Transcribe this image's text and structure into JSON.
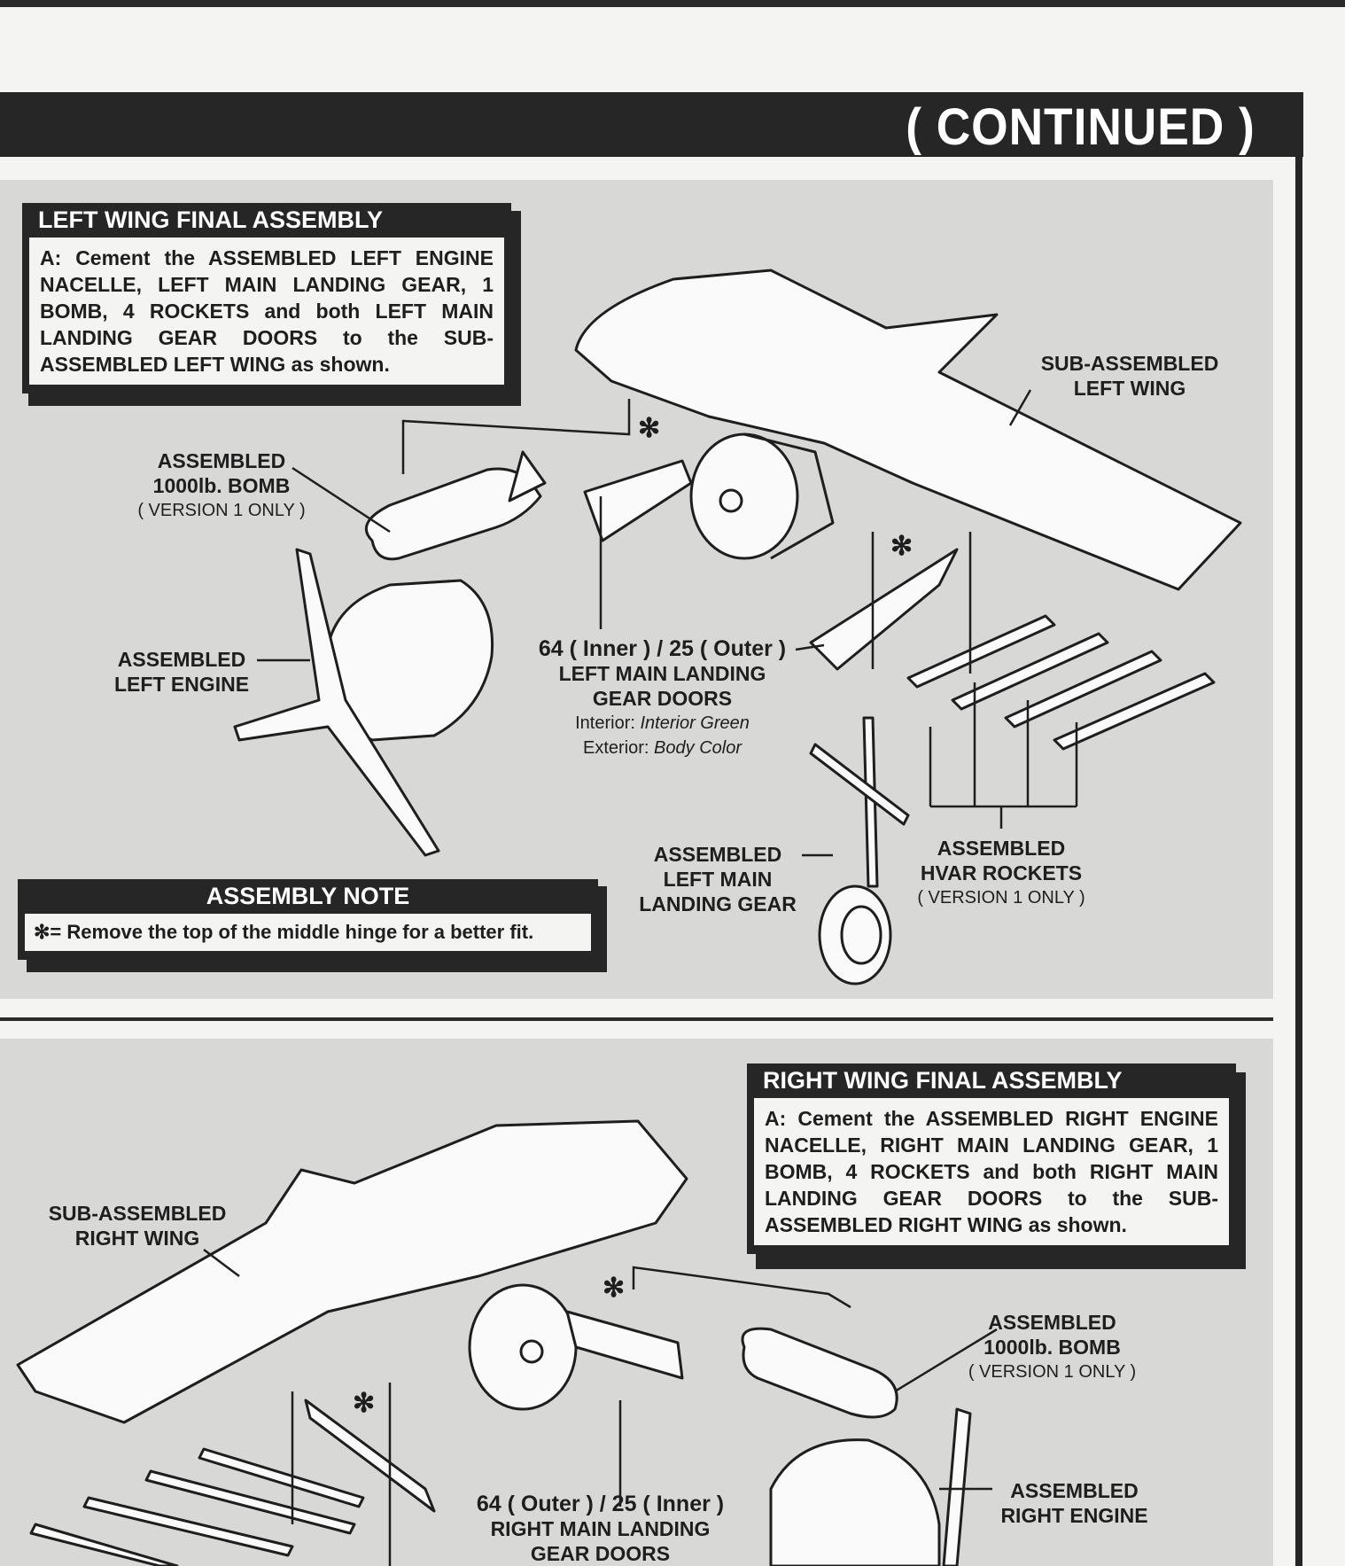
{
  "header": {
    "title": "( CONTINUED )"
  },
  "left_wing": {
    "title": "LEFT WING FINAL ASSEMBLY",
    "instruction": "A: Cement the ASSEMBLED LEFT ENGINE NACELLE, LEFT MAIN LANDING GEAR, 1 BOMB, 4 ROCKETS and both LEFT MAIN LANDING GEAR DOORS to the SUB-ASSEMBLED LEFT WING as shown.",
    "labels": {
      "bomb": [
        "ASSEMBLED",
        "1000lb. BOMB",
        "( VERSION 1 ONLY )"
      ],
      "engine": [
        "ASSEMBLED",
        "LEFT ENGINE"
      ],
      "wing": [
        "SUB-ASSEMBLED",
        "LEFT WING"
      ],
      "doors": [
        "64 ( Inner ) / 25 ( Outer )",
        "LEFT MAIN LANDING",
        "GEAR DOORS"
      ],
      "doors_interior_label": "Interior:",
      "doors_interior_value": "Interior Green",
      "doors_exterior_label": "Exterior:",
      "doors_exterior_value": "Body Color",
      "gear": [
        "ASSEMBLED",
        "LEFT MAIN",
        "LANDING GEAR"
      ],
      "rockets": [
        "ASSEMBLED",
        "HVAR ROCKETS",
        "( VERSION 1 ONLY )"
      ]
    },
    "asterisk": "✻"
  },
  "assembly_note": {
    "title": "ASSEMBLY NOTE",
    "text": "✻= Remove the top of the middle hinge for a better fit."
  },
  "right_wing": {
    "title": "RIGHT WING FINAL ASSEMBLY",
    "instruction": "A: Cement the ASSEMBLED RIGHT ENGINE NACELLE, RIGHT MAIN LANDING GEAR, 1 BOMB, 4 ROCKETS and both RIGHT MAIN LANDING GEAR DOORS to the SUB-ASSEMBLED RIGHT WING as shown.",
    "labels": {
      "wing": [
        "SUB-ASSEMBLED",
        "RIGHT WING"
      ],
      "bomb": [
        "ASSEMBLED",
        "1000lb. BOMB",
        "( VERSION 1 ONLY )"
      ],
      "doors": [
        "64 ( Outer ) / 25 ( Inner )",
        "RIGHT MAIN LANDING",
        "GEAR DOORS"
      ],
      "engine": [
        "ASSEMBLED",
        "RIGHT ENGINE"
      ]
    },
    "asterisk": "✻"
  }
}
